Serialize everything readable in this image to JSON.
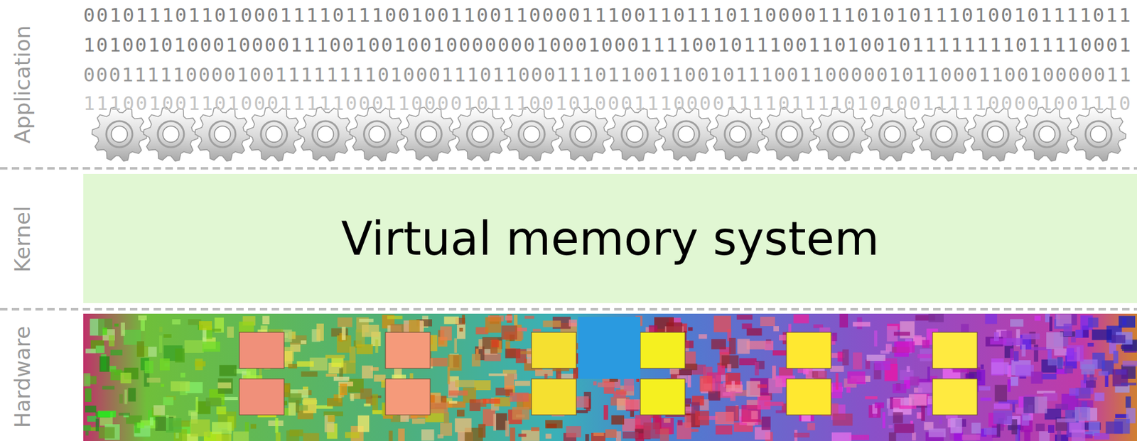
{
  "diagram": {
    "nodes": [
      {
        "text": [
          "Virtual memory system"
        ]
      }
    ],
    "labels": [
      "Application",
      "Kernel",
      "Hardware",
      "00101110110100011110111001001100110000111001101110110000111010101110100101111011",
      "101001010001000011100100100100000001000100011110010111001101001011111111011110001",
      "0001111100001001111111101000111011000111011001100101110011000001011000110010000011",
      "11100100110100011111000110000101110010100011100001111011110101001111100001001110"
    ]
  }
}
